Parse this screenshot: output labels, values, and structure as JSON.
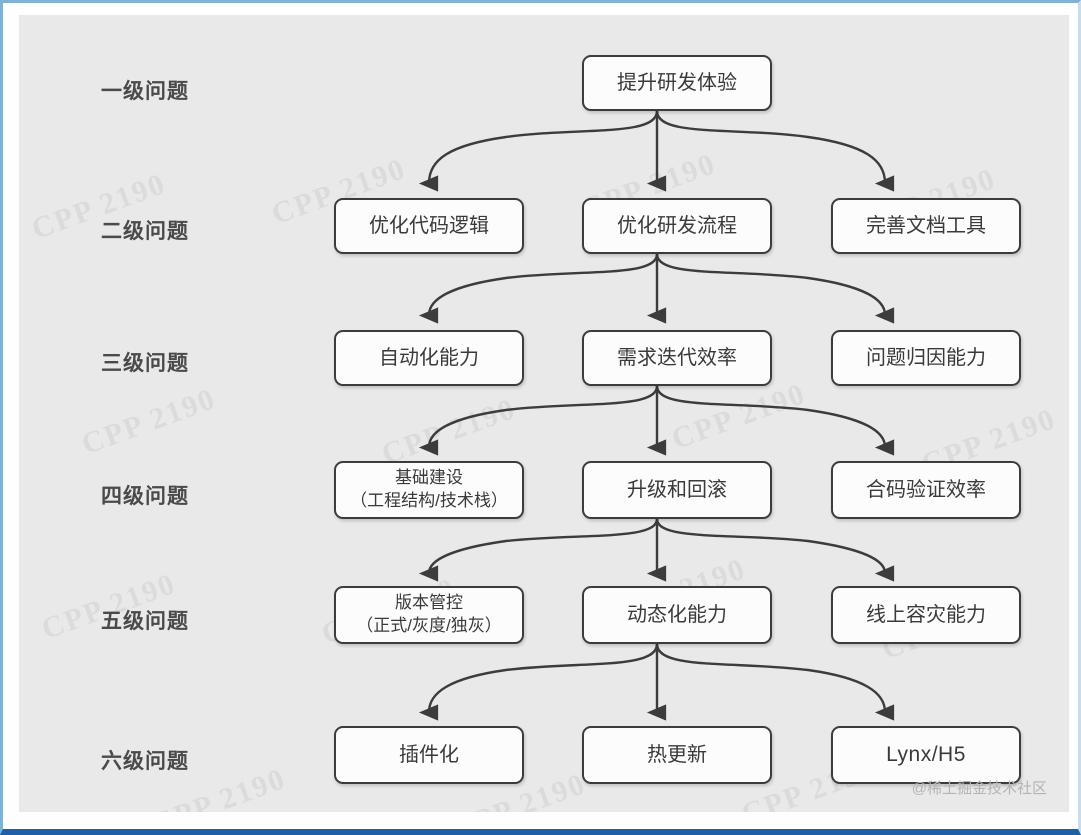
{
  "canvas": {
    "background_color": "#e9e9e9",
    "frame_color": "#7eb3d4",
    "frame_bottom_color": "#1f5fa8"
  },
  "watermark": {
    "text": "CPP 2190",
    "color": "rgba(150,150,150,0.16)"
  },
  "credit": {
    "text": "@稀土掘金技术社区"
  },
  "levels": [
    {
      "label": "一级问题"
    },
    {
      "label": "二级问题"
    },
    {
      "label": "三级问题"
    },
    {
      "label": "四级问题"
    },
    {
      "label": "五级问题"
    },
    {
      "label": "六级问题"
    }
  ],
  "nodes": {
    "root": {
      "line1": "提升研发体验"
    },
    "row2": [
      {
        "line1": "优化代码逻辑"
      },
      {
        "line1": "优化研发流程"
      },
      {
        "line1": "完善文档工具"
      }
    ],
    "row3": [
      {
        "line1": "自动化能力"
      },
      {
        "line1": "需求迭代效率"
      },
      {
        "line1": "问题归因能力"
      }
    ],
    "row4": [
      {
        "line1": "基础建设",
        "line2": "（工程结构/技术栈）"
      },
      {
        "line1": "升级和回滚"
      },
      {
        "line1": "合码验证效率"
      }
    ],
    "row5": [
      {
        "line1": "版本管控",
        "line2": "（正式/灰度/独灰）"
      },
      {
        "line1": "动态化能力"
      },
      {
        "line1": "线上容灾能力"
      }
    ],
    "row6": [
      {
        "line1": "插件化"
      },
      {
        "line1": "热更新"
      },
      {
        "line1": "Lynx/H5"
      }
    ]
  }
}
